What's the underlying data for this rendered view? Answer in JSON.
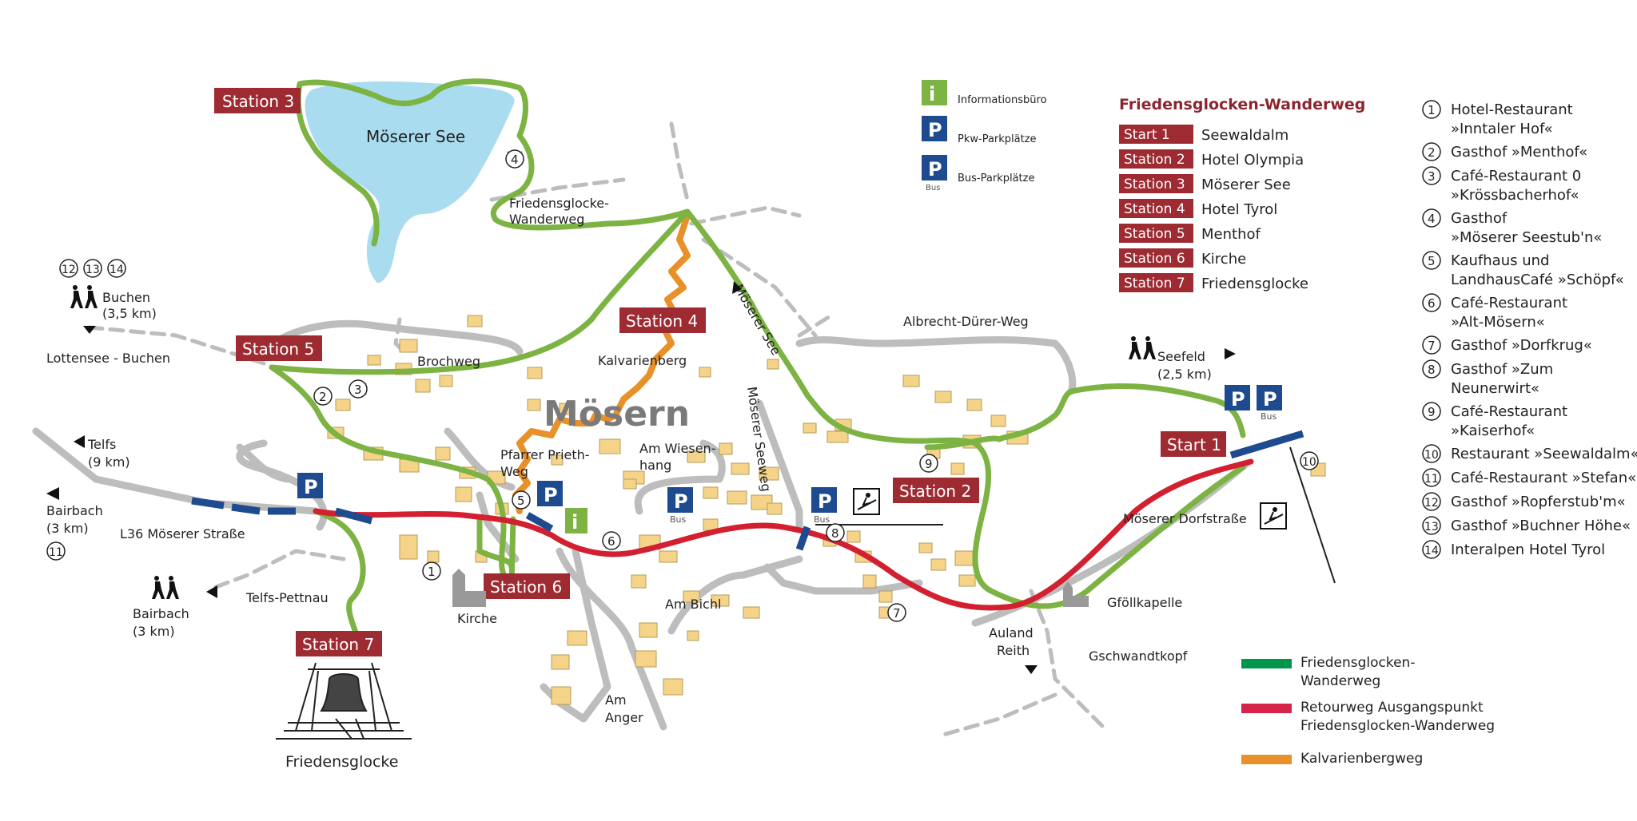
{
  "colors": {
    "green": "#7cb342",
    "red": "#d32030",
    "orange": "#e8902a",
    "station": "#9e2a32",
    "parking": "#1e4b8f",
    "lake": "#a9dcee",
    "road": "#bdbdbd",
    "building": "#f5d48a"
  },
  "map": {
    "village": "Mösern",
    "lake": "Möserer See",
    "stations": [
      {
        "id": "station-3",
        "label": "Station 3"
      },
      {
        "id": "station-5",
        "label": "Station 5"
      },
      {
        "id": "station-4",
        "label": "Station 4"
      },
      {
        "id": "station-2",
        "label": "Station 2"
      },
      {
        "id": "station-6",
        "label": "Station 6"
      },
      {
        "id": "station-7",
        "label": "Station 7"
      },
      {
        "id": "start-1",
        "label": "Start 1"
      }
    ],
    "places": {
      "friedensglocke_wanderweg_1": "Friedensglocke-",
      "friedensglocke_wanderweg_2": "Wanderweg",
      "buchen_1": "Buchen",
      "buchen_2": "(3,5 km)",
      "lottensee": "Lottensee - Buchen",
      "brochweg": "Brochweg",
      "kalvarienberg": "Kalvarienberg",
      "moeserer_see_road": "Möserer See",
      "albrecht": "Albrecht-Dürer-Weg",
      "seefeld_1": "Seefeld",
      "seefeld_2": "(2,5 km)",
      "telfs_1": "Telfs",
      "telfs_2": "(9 km)",
      "bairbach_1": "Bairbach",
      "bairbach_2": "(3 km)",
      "l36": "L36 Möserer Straße",
      "pfarrer_1": "Pfarrer Prieth-",
      "pfarrer_2": "Weg",
      "wiesenhang_1": "Am Wiesen-",
      "wiesenhang_2": "hang",
      "seeweg": "Möserer Seeweg",
      "bus": "Bus",
      "kirche": "Kirche",
      "am_bichl": "Am Bichl",
      "telfs_pettnau": "Telfs-Pettnau",
      "bairbach2_1": "Bairbach",
      "bairbach2_2": "(3 km)",
      "am_anger_1": "Am",
      "am_anger_2": "Anger",
      "friedensglocke": "Friedensglocke",
      "dorfstrasse": "Möserer Dorfstraße",
      "gfoellkapelle": "Gföllkapelle",
      "auland_1": "Auland",
      "auland_2": "Reith",
      "gschwandtkopf": "Gschwandtkopf"
    },
    "circle_numbers": [
      "1",
      "2",
      "3",
      "4",
      "5",
      "6",
      "7",
      "8",
      "9",
      "10",
      "11",
      "12",
      "13",
      "14"
    ],
    "info_glyph": "i",
    "parking_glyph": "P"
  },
  "legend_icons": {
    "info": "Informationsbüro",
    "pkw": "Pkw-Parkplätze",
    "bus": "Bus-Parkplätze",
    "bus_sub": "Bus"
  },
  "route_legend": {
    "title": "Friedensglocken-Wanderweg",
    "rows": [
      {
        "badge": "Start 1",
        "name": "Seewaldalm"
      },
      {
        "badge": "Station 2",
        "name": "Hotel Olympia"
      },
      {
        "badge": "Station 3",
        "name": "Möserer See"
      },
      {
        "badge": "Station 4",
        "name": "Hotel Tyrol"
      },
      {
        "badge": "Station 5",
        "name": "Menthof"
      },
      {
        "badge": "Station 6",
        "name": "Kirche"
      },
      {
        "badge": "Station 7",
        "name": "Friedensglocke"
      }
    ]
  },
  "poi_list": [
    {
      "num": "1",
      "lines": [
        "Hotel-Restaurant",
        "»Inntaler Hof«"
      ]
    },
    {
      "num": "2",
      "lines": [
        "Gasthof »Menthof«"
      ]
    },
    {
      "num": "3",
      "lines": [
        "Café-Restaurant 0",
        "»Krössbacherhof«"
      ]
    },
    {
      "num": "4",
      "lines": [
        "Gasthof",
        "»Möserer Seestub'n«"
      ]
    },
    {
      "num": "5",
      "lines": [
        "Kaufhaus und",
        "LandhausCafé »Schöpf«"
      ]
    },
    {
      "num": "6",
      "lines": [
        "Café-Restaurant",
        "»Alt-Mösern«"
      ]
    },
    {
      "num": "7",
      "lines": [
        "Gasthof »Dorfkrug«"
      ]
    },
    {
      "num": "8",
      "lines": [
        "Gasthof »Zum",
        "Neunerwirt«"
      ]
    },
    {
      "num": "9",
      "lines": [
        "Café-Restaurant",
        "»Kaiserhof«"
      ]
    },
    {
      "num": "10",
      "lines": [
        "Restaurant »Seewaldalm«"
      ]
    },
    {
      "num": "11",
      "lines": [
        "Café-Restaurant »Stefan«"
      ]
    },
    {
      "num": "12",
      "lines": [
        "Gasthof »Ropferstub'm«"
      ]
    },
    {
      "num": "13",
      "lines": [
        "Gasthof »Buchner Höhe«"
      ]
    },
    {
      "num": "14",
      "lines": [
        "Interalpen Hotel Tyrol"
      ]
    }
  ],
  "line_legend": [
    {
      "color": "#00954a",
      "lines": [
        "Friedensglocken-",
        "Wanderweg"
      ]
    },
    {
      "color": "#d5234a",
      "lines": [
        "Retourweg Ausgangspunkt",
        "Friedensglocken-Wanderweg"
      ]
    },
    {
      "color": "#e8902a",
      "lines": [
        "Kalvarienbergweg"
      ]
    }
  ]
}
